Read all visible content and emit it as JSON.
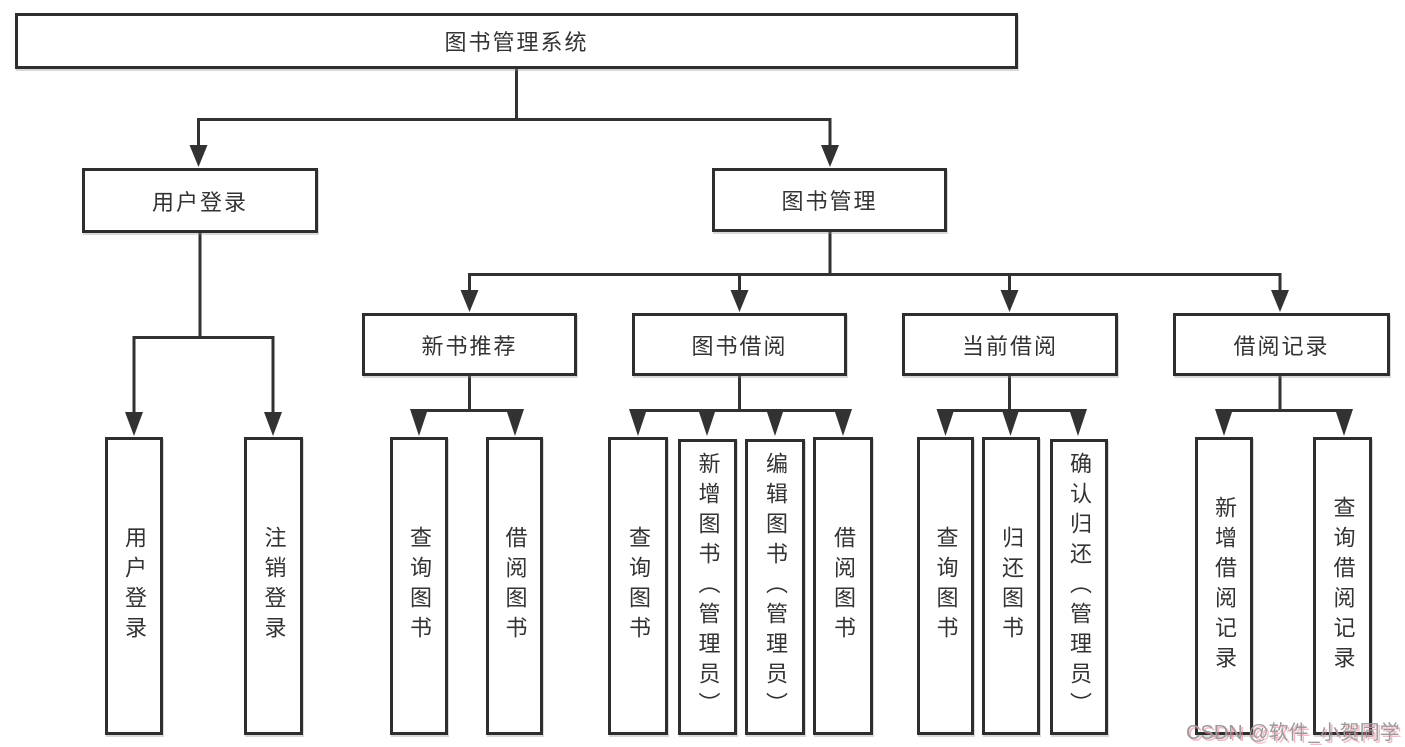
{
  "diagram": {
    "type": "hierarchy-tree",
    "title": "图书管理系统",
    "watermark": "CSDN @软件_小贺同学",
    "colors": {
      "line": "#323232",
      "box_border": "#2e2e2e",
      "text": "#333333",
      "background": "#ffffff",
      "watermark_text": "#9b9b9b",
      "watermark_shadow": "#eb8096"
    },
    "nodes": {
      "root": {
        "label": "图书管理系统"
      },
      "user_login": {
        "label": "用户登录"
      },
      "book_mgmt": {
        "label": "图书管理"
      },
      "new_book_rec": {
        "label": "新书推荐"
      },
      "book_borrow": {
        "label": "图书借阅"
      },
      "current_borrow": {
        "label": "当前借阅"
      },
      "borrow_records": {
        "label": "借阅记录"
      },
      "leaf_user_login": {
        "label": "用户登录"
      },
      "leaf_logout": {
        "label": "注销登录"
      },
      "leaf_query_book_a": {
        "label": "查询图书"
      },
      "leaf_borrow_book_a": {
        "label": "借阅图书"
      },
      "leaf_query_book_b": {
        "label": "查询图书"
      },
      "leaf_add_book": {
        "label": "新增图书（管理员）"
      },
      "leaf_edit_book": {
        "label": "编辑图书（管理员）"
      },
      "leaf_borrow_book_b": {
        "label": "借阅图书"
      },
      "leaf_query_book_c": {
        "label": "查询图书"
      },
      "leaf_return_book": {
        "label": "归还图书"
      },
      "leaf_confirm_return": {
        "label": "确认归还（管理员）"
      },
      "leaf_add_borrow_record": {
        "label": "新增借阅记录"
      },
      "leaf_query_borrow_record": {
        "label": "查询借阅记录"
      }
    },
    "edges": [
      "root→用户登录",
      "root→图书管理",
      "用户登录→用户登录(叶)",
      "用户登录→注销登录",
      "图书管理→新书推荐",
      "图书管理→图书借阅",
      "图书管理→当前借阅",
      "图书管理→借阅记录",
      "新书推荐→查询图书",
      "新书推荐→借阅图书",
      "图书借阅→查询图书",
      "图书借阅→新增图书（管理员）",
      "图书借阅→编辑图书（管理员）",
      "图书借阅→借阅图书",
      "当前借阅→查询图书",
      "当前借阅→归还图书",
      "当前借阅→确认归还（管理员）",
      "借阅记录→新增借阅记录",
      "借阅记录→查询借阅记录"
    ]
  }
}
